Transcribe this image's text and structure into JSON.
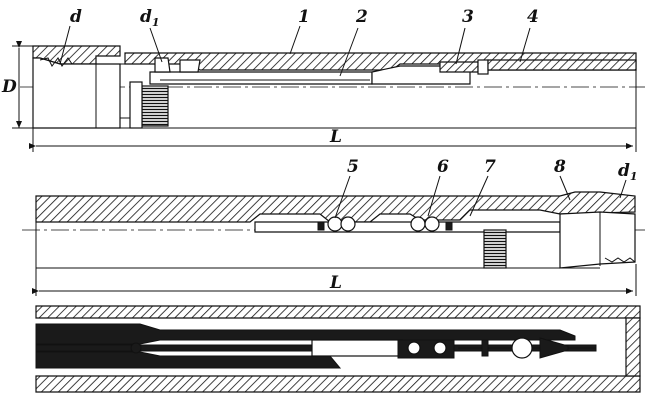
{
  "labels": {
    "top": {
      "d": "d",
      "d1_main": "d",
      "d1_sub": "1",
      "n1": "1",
      "n2": "2",
      "n3": "3",
      "n4": "4",
      "D": "D",
      "L": "L"
    },
    "middle": {
      "n5": "5",
      "n6": "6",
      "n7": "7",
      "n8": "8",
      "d1_main": "d",
      "d1_sub": "1",
      "L": "L"
    }
  }
}
